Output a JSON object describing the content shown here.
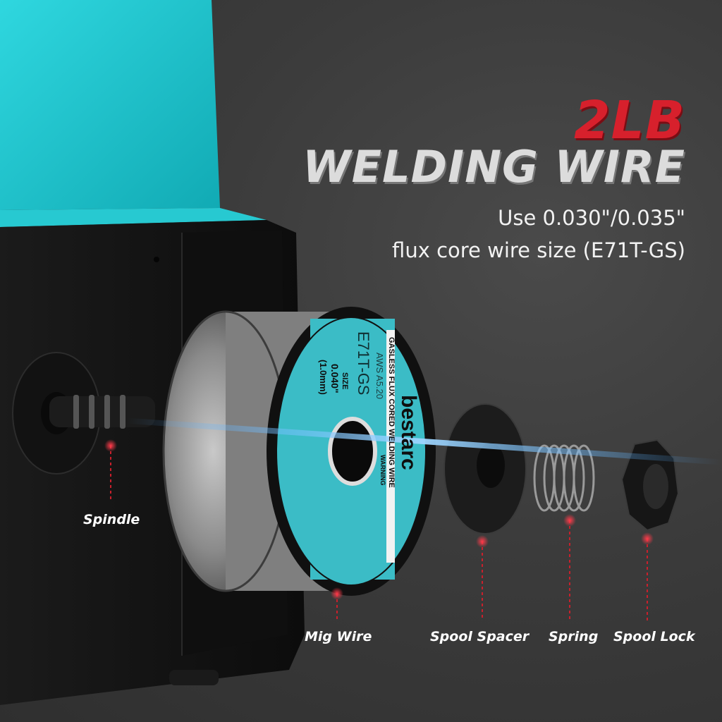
{
  "headline": {
    "weight": "2LB",
    "product": "WELDING WIRE"
  },
  "subtitle": {
    "line1": "Use 0.030\"/0.035\"",
    "line2": "flux core wire size (E71T-GS)"
  },
  "callouts": {
    "spindle": "Spindle",
    "mig_wire": "Mig Wire",
    "spool_spacer": "Spool Spacer",
    "spring": "Spring",
    "spool_lock": "Spool Lock"
  },
  "spool_label": {
    "brand": "bestarc",
    "product_line": "GASLESS FLUX CORED WELDING WIRE",
    "standard": "AWS A5.20",
    "classification": "E71T-GS",
    "size_label": "SIZE",
    "size_value": "0.040\"",
    "size_metric": "(1.0mm)",
    "warning": "WARNING"
  },
  "colors": {
    "accent_red": "#d7202c",
    "machine_teal": "#19c6cf",
    "label_teal": "#3bbcc6",
    "machine_body": "#141414"
  }
}
